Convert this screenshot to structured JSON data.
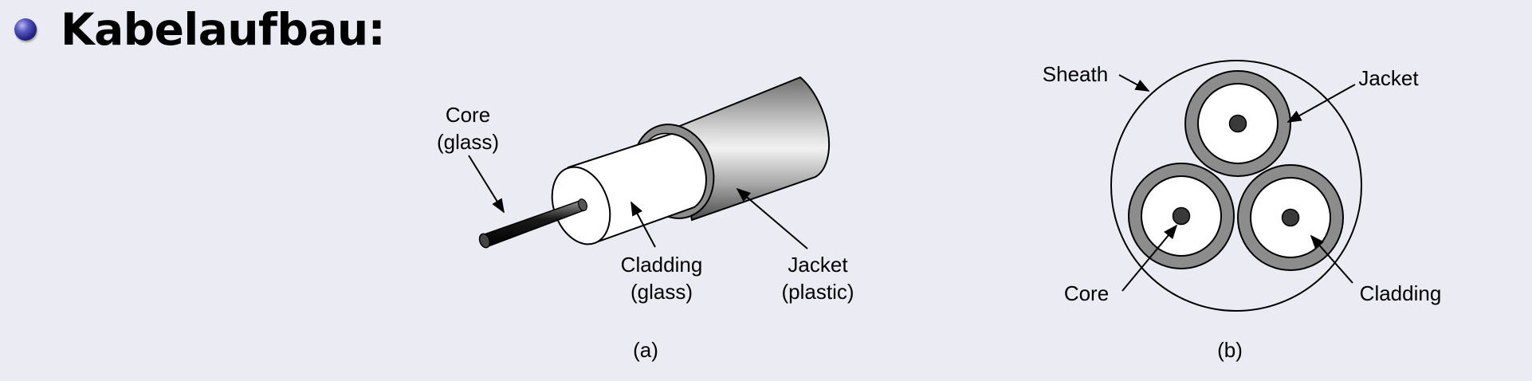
{
  "heading": "Kabelaufbau:",
  "figure_a": {
    "core_line1": "Core",
    "core_line2": "(glass)",
    "cladding_line1": "Cladding",
    "cladding_line2": "(glass)",
    "jacket_line1": "Jacket",
    "jacket_line2": "(plastic)",
    "caption": "(a)"
  },
  "figure_b": {
    "sheath": "Sheath",
    "jacket": "Jacket",
    "core": "Core",
    "cladding": "Cladding",
    "caption": "(b)"
  },
  "colors": {
    "background": "#ebebf4",
    "bullet": "#2b2b8f",
    "jacket_gray": "#8c8c8c",
    "core_dark": "#3a3a3a"
  }
}
